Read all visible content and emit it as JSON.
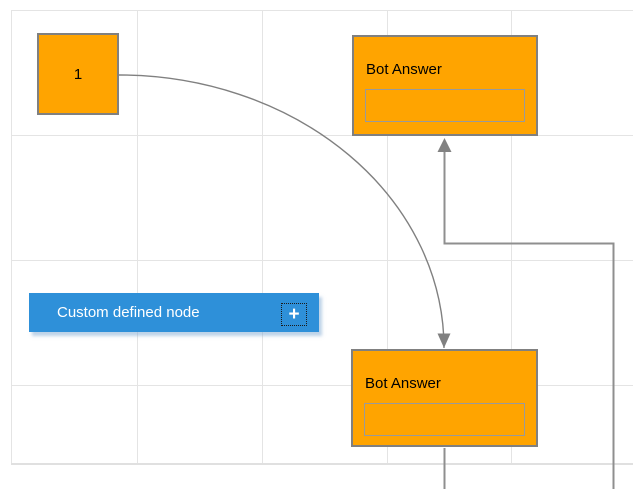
{
  "diagram": {
    "grid": {
      "spacing": 125,
      "line_color": "#e4e4e4",
      "border_color": "#e0e0e0",
      "background": "#ffffff"
    },
    "nodes": [
      {
        "id": "start-node",
        "shape": "square",
        "label": "1",
        "fill": "#FFA400",
        "border_color": "#808080",
        "text_color": "#000000"
      },
      {
        "id": "bot-answer-top",
        "shape": "rectangle",
        "title": "Bot Answer",
        "input_value": "",
        "fill": "#FFA400",
        "border_color": "#808080",
        "text_color": "#000000"
      },
      {
        "id": "bot-answer-bottom",
        "shape": "rectangle",
        "title": "Bot Answer",
        "input_value": "",
        "fill": "#FFA400",
        "border_color": "#808080",
        "text_color": "#000000"
      }
    ],
    "connectors": [
      {
        "id": "curve-start-to-bottom",
        "type": "curved",
        "from": "start-node",
        "to": "bot-answer-bottom",
        "color": "#808080",
        "arrow": "target"
      },
      {
        "id": "loopback-to-top",
        "type": "orthogonal",
        "to": "bot-answer-top",
        "color": "#8f8f8f",
        "arrow": "target"
      },
      {
        "id": "bottom-output-stub",
        "type": "straight",
        "from": "bot-answer-bottom",
        "color": "#8f8f8f"
      }
    ]
  },
  "palette": {
    "custom_node": {
      "label": "Custom defined node",
      "fill": "#2E90D9",
      "text_color": "#ffffff",
      "add_icon": "plus-icon",
      "plus_glyph": "+"
    }
  }
}
